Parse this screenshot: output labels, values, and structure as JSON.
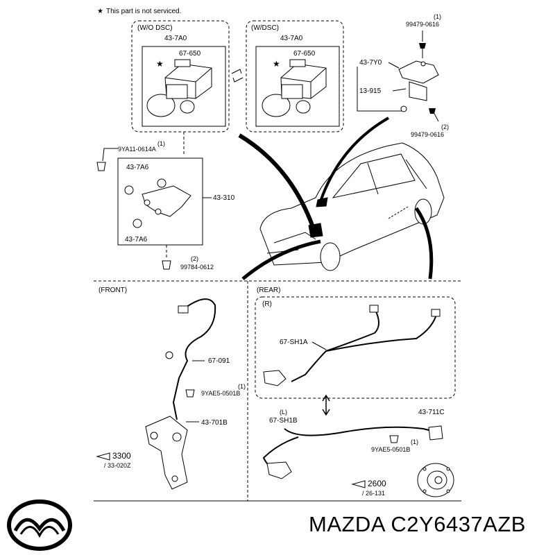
{
  "header": {
    "note_star": "★",
    "note_text": "This part is not serviced."
  },
  "modules": {
    "wo_dsc": {
      "title": "(W/O DSC)",
      "part": "43-7A0",
      "sub": "67-650",
      "star": "★"
    },
    "w_dsc": {
      "title": "(W/DSC)",
      "part": "43-7A0",
      "sub": "67-650",
      "star": "★"
    }
  },
  "bracket_right": {
    "bolt_top_qty": "(1)",
    "bolt_top": "99479-0616",
    "part_a": "43-7Y0",
    "part_b": "13-915",
    "bolt_bottom_qty": "(2)",
    "bolt_bottom": "99479-0616"
  },
  "mount_left": {
    "bolt_qty": "(1)",
    "bolt": "9YA11-0614A",
    "part_a": "43-7A6",
    "part_b": "43-310",
    "part_c": "43-7A6",
    "bottom_qty": "(2)",
    "bottom_bolt": "99784-0612"
  },
  "front": {
    "title": "(FRONT)",
    "sensor": "67-091",
    "bolt_qty": "(1)",
    "bolt": "9YAE5-0501B",
    "part": "43-701B",
    "ref_num": "3300",
    "ref_sub": "/ 33-020Z"
  },
  "rear": {
    "title": "(REAR)",
    "right_title": "(R)",
    "right_harness": "67-SH1A",
    "left_title": "(L)",
    "left_harness": "67-SH1B",
    "sensor": "43-711C",
    "bolt_qty": "(1)",
    "bolt": "9YAE5-0501B",
    "ref_num": "2600",
    "ref_sub": "/ 26-131"
  },
  "footer": {
    "brand_text": "MAZDA C2Y6437AZB",
    "logo_icon": "mazda-logo-icon"
  }
}
